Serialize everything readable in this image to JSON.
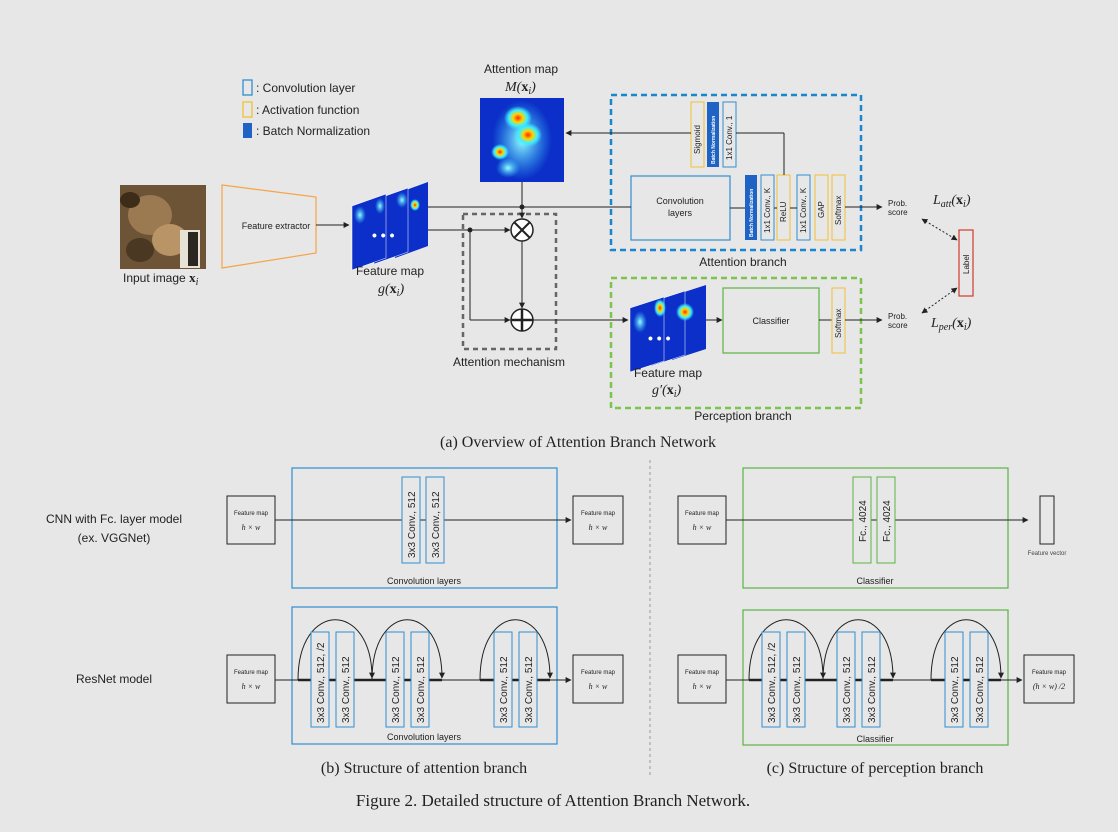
{
  "legend": {
    "conv": "Convolution layer",
    "act": "Activation function",
    "bn": "Batch Normalization"
  },
  "overview": {
    "input_label": "Input image",
    "input_var": "x",
    "input_sub": "i",
    "feature_extractor": "Feature extractor",
    "attention_map_label": "Attention map",
    "attention_map_var": "M(x",
    "feature_map_label": "Feature map",
    "feature_map_var": "g(x",
    "feature_map2_label": "Feature map",
    "feature_map2_var": "g′(x",
    "attention_mechanism": "Attention mechanism",
    "attention_branch": "Attention branch",
    "perception_branch": "Perception branch",
    "sigmoid": "Sigmoid",
    "bn_small": "Batch Normalization",
    "conv1x1_1": "1x1 Conv., 1",
    "conv_layers": [
      "Convolution",
      "layers"
    ],
    "conv1x1_k_a": "1x1 Conv., K",
    "relu": "ReLU",
    "conv1x1_k_b": "1x1 Conv., K",
    "gap": "GAP",
    "softmax_att": "Softmax",
    "prob_att": [
      "Prob.",
      "score"
    ],
    "l_att": "L",
    "l_att_sub": "att",
    "l_att_arg": "(x",
    "label": "Label",
    "classifier": "Classifier",
    "softmax_per": "Softmax",
    "prob_per": [
      "Prob.",
      "score"
    ],
    "l_per": "L",
    "l_per_sub": "per",
    "l_per_arg": "(x",
    "caption_a": "(a) Overview of Attention Branch Network"
  },
  "detail": {
    "row1_label": [
      "CNN with Fc. layer model",
      "(ex. VGGNet)"
    ],
    "row2_label": "ResNet model",
    "fm_title": "Feature map",
    "fm_dim": "h × w",
    "fm_dim_half": "(h × w) /2",
    "conv3x3": "3x3 Conv., 512",
    "conv3x3_s2": "3x3 Conv., 512, /2",
    "fc": "Fc., 4024",
    "conv_layers_caption": "Convolution layers",
    "classifier_caption": "Classifier",
    "feature_vector": "Feature vector",
    "caption_b": "(b) Structure of attention branch",
    "caption_c": "(c) Structure of perception branch"
  },
  "figure_caption": "Figure 2. Detailed structure of Attention Branch Network.",
  "colors": {
    "blue": "#2f8fd0",
    "yellow": "#f0c030",
    "bn": "#1f63c4",
    "green": "#59b543",
    "dash_blue": "#1a86d0",
    "dash_green": "#7cc44d",
    "gray_dash": "#666666",
    "orange": "#f5a447",
    "red": "#d33a2c"
  }
}
